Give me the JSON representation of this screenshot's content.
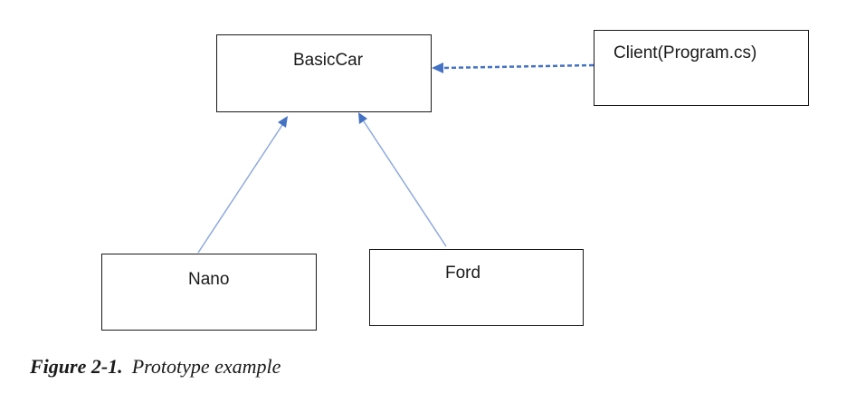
{
  "diagram": {
    "nodes": {
      "basic_car": "BasicCar",
      "client": "Client(Program.cs)",
      "nano": "Nano",
      "ford": "Ford"
    },
    "edges": [
      {
        "from": "client",
        "to": "basic_car",
        "style": "dashed"
      },
      {
        "from": "nano",
        "to": "basic_car",
        "style": "solid"
      },
      {
        "from": "ford",
        "to": "basic_car",
        "style": "solid"
      }
    ],
    "colors": {
      "arrow": "#4472C4",
      "solid_line": "#8EA9DB",
      "box_border": "#1a1a1a"
    }
  },
  "caption": {
    "number": "Figure 2-1.",
    "title": "Prototype example"
  }
}
